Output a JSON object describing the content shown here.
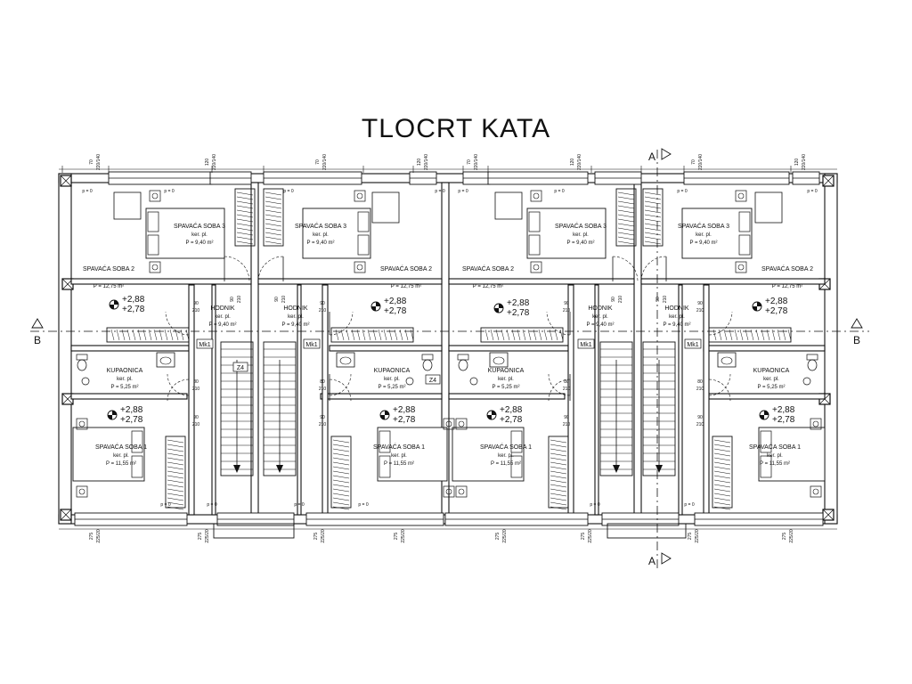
{
  "title": "TLOCRT KATA",
  "section_a": "A",
  "section_b": "B",
  "rooms": {
    "bed3": {
      "name": "SPAVAĆA SOBA 3",
      "floor": "ker. pl.",
      "area": "P = 9,40 m²"
    },
    "bed2": {
      "name": "SPAVAĆA SOBA 2",
      "area": "P = 12,75 m²"
    },
    "hall": {
      "name": "HODNIK",
      "floor": "ker. pl.",
      "area": "P = 9,40 m²"
    },
    "bath": {
      "name": "KUPAONICA",
      "floor": "ker. pl.",
      "area": "P = 5,25 m²"
    },
    "bed1": {
      "name": "SPAVAĆA SOBA 1",
      "floor": "ker. pl.",
      "area": "P = 11,55 m²"
    }
  },
  "levels": {
    "upper": "+2,88",
    "lower": "+2,78"
  },
  "tags": {
    "mk": "Mk1",
    "z": "Z4",
    "p0": "p = 0"
  },
  "door_dims": {
    "w90": "90",
    "w80": "80",
    "h210": "210"
  },
  "window_dims": {
    "w120": "120",
    "w70": "70",
    "h220": "220/140",
    "w275": "275",
    "h225": "225/20"
  },
  "colors": {
    "line": "#111111",
    "wall_fill": "#ffffff"
  }
}
